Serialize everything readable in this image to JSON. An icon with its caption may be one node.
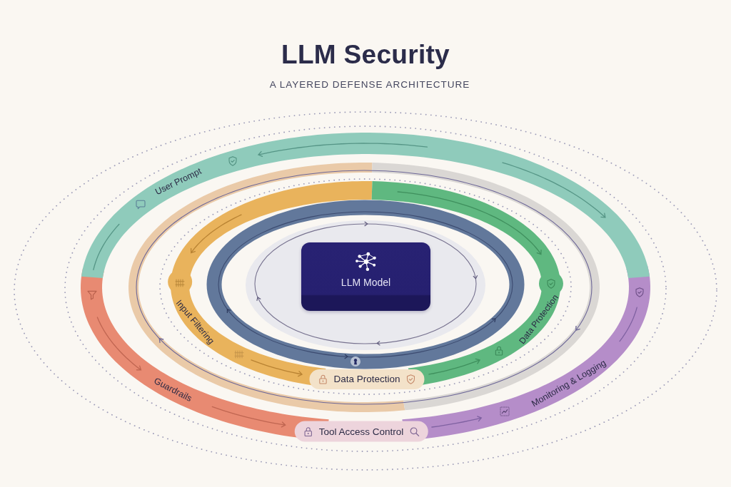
{
  "diagram": {
    "title": "LLM Security",
    "nodes": [
      {
        "text": [
          "User Prompt"
        ]
      },
      {
        "text": [
          "Guardrails"
        ]
      },
      {
        "text": [
          "Monitoring & Logging"
        ]
      },
      {
        "text": [
          "Tool Access Control"
        ]
      },
      {
        "text": [
          "Input Filtering"
        ]
      },
      {
        "text": [
          "Data Protection"
        ]
      },
      {
        "text": [
          "Data Protection"
        ]
      },
      {
        "text": [
          "LLM Model"
        ]
      }
    ],
    "labels": [
      "A LAYERED DEFENSE ARCHITECTURE"
    ]
  }
}
